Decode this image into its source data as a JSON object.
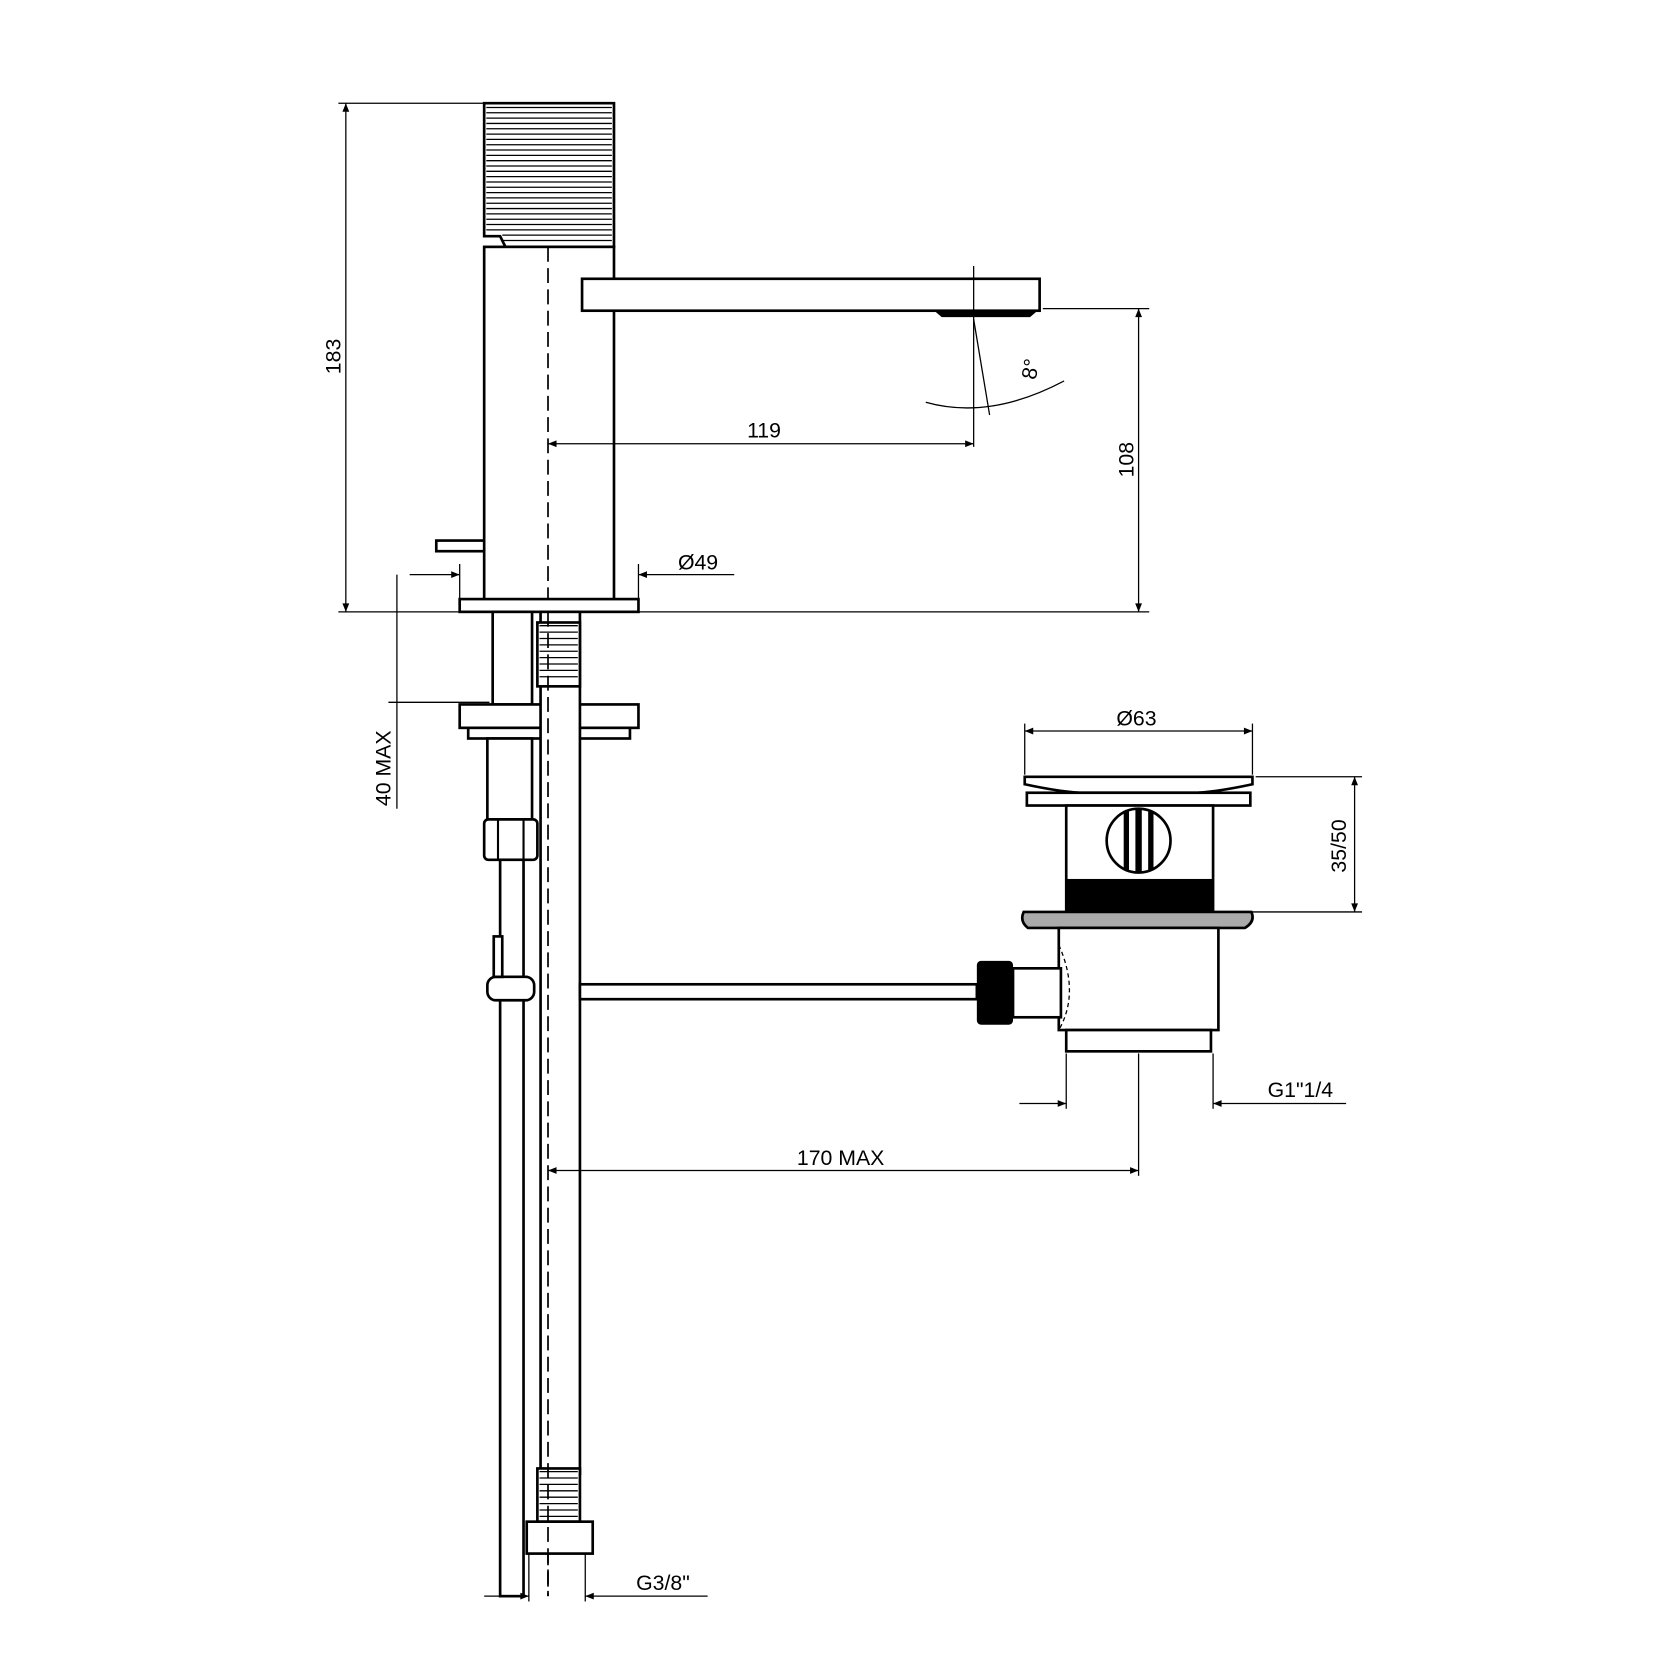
{
  "drawing": {
    "title": "Basin mixer with pop-up waste - technical drawing",
    "dimensions": {
      "total_height": "183",
      "spout_reach": "119",
      "spout_height": "108",
      "spout_angle": "8°",
      "base_diameter": "Ø49",
      "deck_thickness": "40 MAX",
      "waste_diameter": "Ø63",
      "waste_height": "35/50",
      "waste_thread": "G1\"1/4",
      "waste_distance": "170 MAX",
      "hose_thread": "G3/8\""
    }
  }
}
